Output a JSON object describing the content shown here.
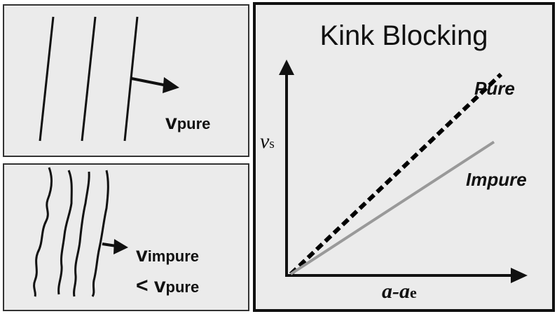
{
  "top_left": {
    "velocity_symbol": "v",
    "velocity_subscript": "pure"
  },
  "bottom_left": {
    "velocity_symbol": "v",
    "velocity_subscript": "impure",
    "comparison_symbol": "< v",
    "comparison_subscript": "pure"
  },
  "chart_data": {
    "type": "line",
    "title": "Kink Blocking",
    "ylabel_symbol": "v",
    "ylabel_subscript": "s",
    "xlabel_main": "a-a",
    "xlabel_subscript": "e",
    "series": [
      {
        "name": "Pure",
        "style": "dashed",
        "color": "#000000",
        "slope": 0.95
      },
      {
        "name": "Impure",
        "style": "solid",
        "color": "#999999",
        "slope": 0.65
      }
    ]
  }
}
